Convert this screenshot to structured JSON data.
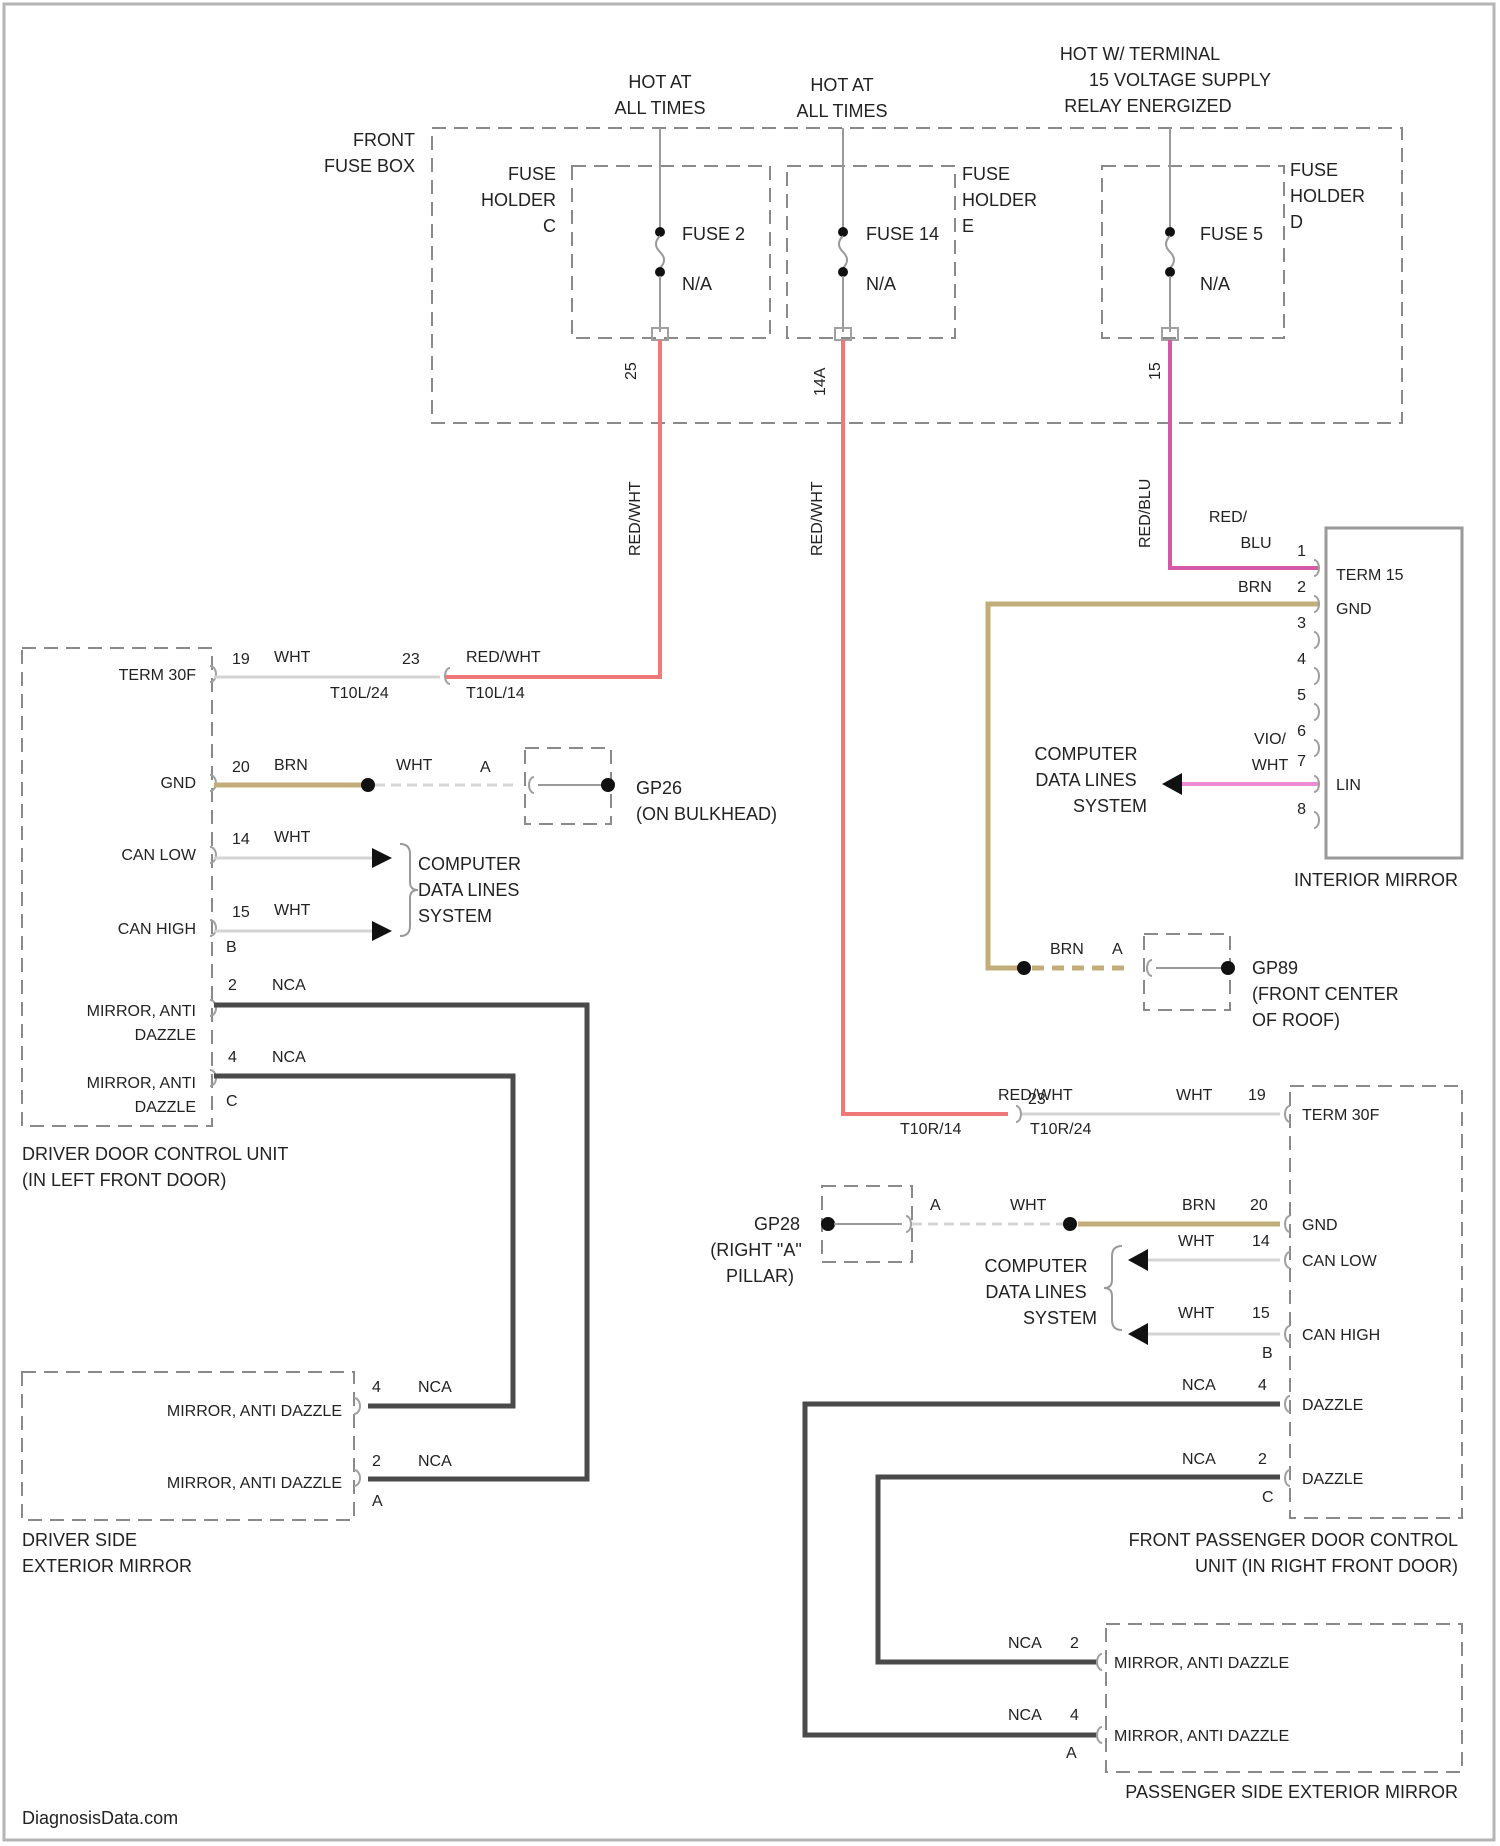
{
  "supply": {
    "hot1": [
      "HOT AT",
      "ALL TIMES"
    ],
    "hot2": [
      "HOT AT",
      "ALL TIMES"
    ],
    "hot3": [
      "HOT W/ TERMINAL",
      "15 VOLTAGE SUPPLY",
      "RELAY ENERGIZED"
    ]
  },
  "fuse_box": {
    "label": [
      "FRONT",
      "FUSE BOX"
    ],
    "holder_c": [
      "FUSE",
      "HOLDER",
      "C"
    ],
    "holder_e": [
      "FUSE",
      "HOLDER",
      "E"
    ],
    "holder_d": [
      "FUSE",
      "HOLDER",
      "D"
    ],
    "fuse_a": "FUSE 2",
    "fuse_b": "FUSE 14",
    "fuse_c": "FUSE 5",
    "rating": "N/A",
    "pin_a": "25",
    "pin_b": "14A",
    "pin_c": "15"
  },
  "wires": {
    "red_wht": "RED/WHT",
    "red_blu": "RED/BLU",
    "red_blu_split": [
      "RED/",
      "BLU"
    ],
    "vio_wht": [
      "VIO/",
      "WHT"
    ],
    "wht": "WHT",
    "brn": "BRN",
    "nca": "NCA"
  },
  "connectors": {
    "t10l_24": "T10L/24",
    "t10l_14": "T10L/14",
    "t10r_14": "T10R/14",
    "t10r_24": "T10R/24"
  },
  "driver_unit": {
    "name": [
      "DRIVER DOOR CONTROL UNIT",
      "(IN LEFT FRONT DOOR)"
    ],
    "term30f": "TERM 30F",
    "gnd": "GND",
    "can_low": "CAN LOW",
    "can_high": "CAN HIGH",
    "anti_dazzle": [
      "MIRROR, ANTI",
      "DAZZLE"
    ],
    "pins": {
      "term": "19",
      "splice": "23",
      "gnd": "20",
      "low": "14",
      "high": "15",
      "d1": "2",
      "d2": "4"
    },
    "conn_b": "B",
    "conn_c": "C"
  },
  "ground_bulkhead": {
    "name": [
      "GP26",
      "(ON BULKHEAD)"
    ],
    "pin": "A"
  },
  "data_lines": [
    "COMPUTER",
    "DATA LINES",
    "SYSTEM"
  ],
  "interior_mirror": {
    "name": "INTERIOR MIRROR",
    "term15": "TERM 15",
    "gnd": "GND",
    "lin": "LIN",
    "pins": [
      "1",
      "2",
      "3",
      "4",
      "5",
      "6",
      "7",
      "8"
    ]
  },
  "ground_roof": {
    "name": [
      "GP89",
      "(FRONT CENTER",
      "OF ROOF)"
    ],
    "pin": "A"
  },
  "driver_mirror": {
    "name": [
      "DRIVER SIDE",
      "EXTERIOR MIRROR"
    ],
    "label": "MIRROR, ANTI DAZZLE",
    "pins": {
      "p1": "4",
      "p2": "2"
    },
    "conn": "A"
  },
  "passenger_unit": {
    "name": [
      "FRONT PASSENGER DOOR CONTROL",
      "UNIT (IN RIGHT FRONT DOOR)"
    ],
    "term30f": "TERM 30F",
    "gnd": "GND",
    "can_low": "CAN LOW",
    "can_high": "CAN HIGH",
    "dazzle": "DAZZLE",
    "pins": {
      "term": "19",
      "splice": "23",
      "gnd": "20",
      "low": "14",
      "high": "15",
      "d1": "4",
      "d2": "2"
    },
    "conn_b": "B",
    "conn_c": "C"
  },
  "ground_pillar": {
    "name": [
      "GP28",
      "(RIGHT \"A\"",
      "PILLAR)"
    ],
    "pin": "A"
  },
  "passenger_mirror": {
    "name": "PASSENGER SIDE EXTERIOR MIRROR",
    "label": "MIRROR, ANTI DAZZLE",
    "pins": {
      "p1": "2",
      "p2": "4"
    },
    "conn": "A"
  },
  "watermark": "DiagnosisData.com"
}
